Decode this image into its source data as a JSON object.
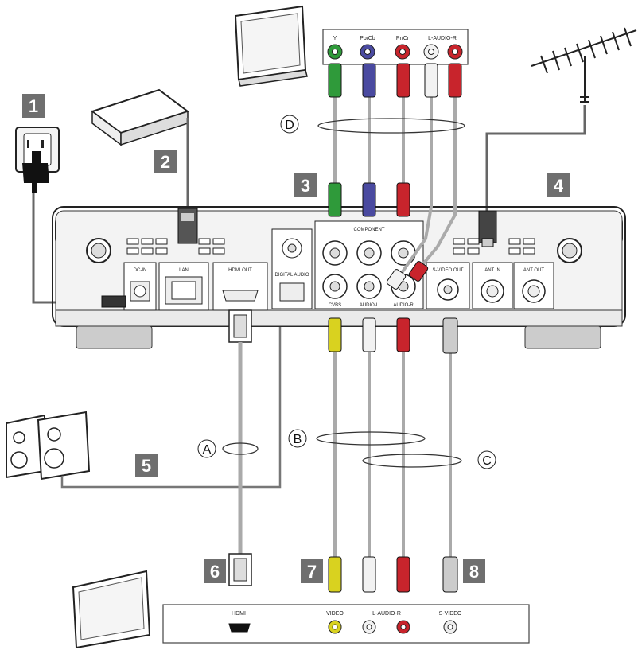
{
  "callouts": [
    "1",
    "2",
    "3",
    "4",
    "5",
    "6",
    "7",
    "8"
  ],
  "cable_groups": [
    "A",
    "B",
    "C",
    "D"
  ],
  "top_tv_ports": {
    "y": "Y",
    "pb": "Pb/Cb",
    "pr": "Pr/Cr",
    "audio": "L-AUDIO-R"
  },
  "bottom_tv_ports": {
    "hdmi": "HDMI",
    "video": "VIDEO",
    "audio": "L-AUDIO-R",
    "svideo": "S-VIDEO"
  },
  "device_ports": {
    "dc_in": "DC-IN",
    "lan": "LAN",
    "hdmi_out": "HDMI OUT",
    "digital_audio": "DIGITAL AUDIO",
    "component": "COMPONENT",
    "cvbs": "CVBS",
    "audio_l": "AUDIO-L",
    "audio_r": "AUDIO-R",
    "svideo_out": "S-VIDEO OUT",
    "ant_in": "ANT IN",
    "ant_out": "ANT OUT"
  },
  "colors": {
    "green": "#2f9a3a",
    "blue": "#4a4aa0",
    "red": "#c8242c",
    "yellow": "#d9d21f",
    "white": "#f2f2f2",
    "callout": "#6f6f6f"
  }
}
